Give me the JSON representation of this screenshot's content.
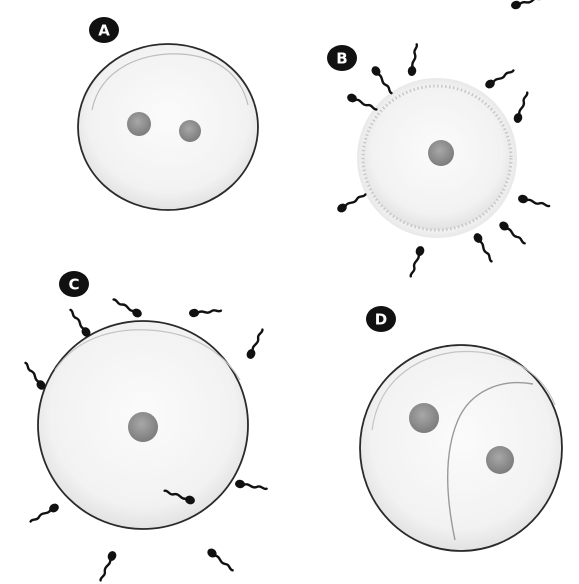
{
  "panels": [
    {
      "label": "A"
    },
    {
      "label": "B"
    },
    {
      "label": "C"
    },
    {
      "label": "D"
    }
  ],
  "colors": {
    "outline": "#2a2a2a",
    "cell_fill": "#f4f4f4",
    "nucleus": "#8c8c8c",
    "sperm": "#111111",
    "badge": "#111111"
  },
  "icons": [
    "egg-cell-icon",
    "nucleus-icon",
    "sperm-icon",
    "label-badge-icon"
  ]
}
